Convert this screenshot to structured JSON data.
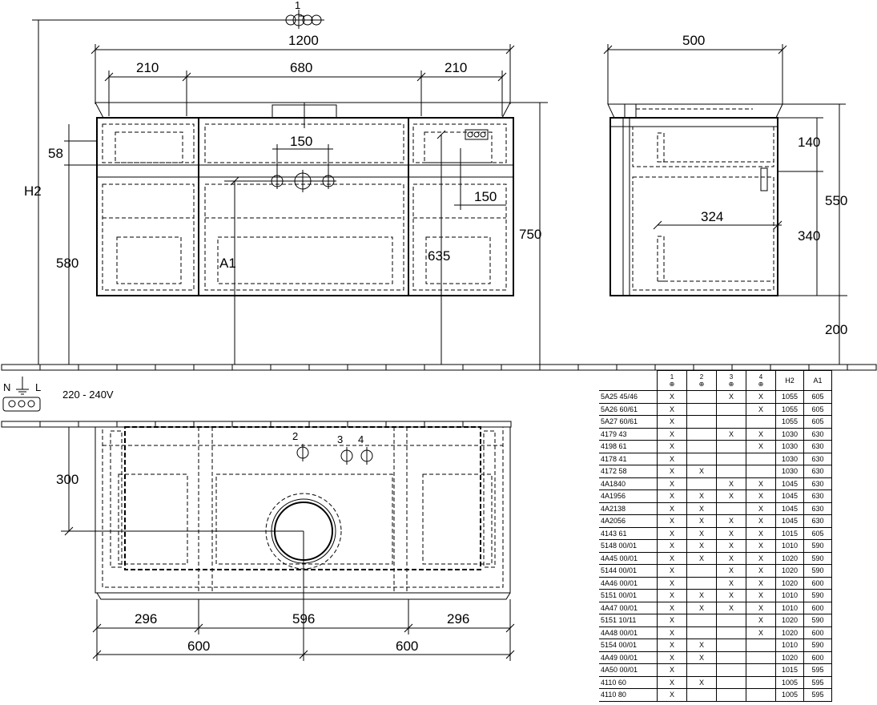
{
  "labels": {
    "top_connection_number": "1",
    "overall_width": "1200",
    "left_width": "210",
    "middle_width": "680",
    "right_width": "210",
    "depth": "500",
    "h2": "H2",
    "drawer_gap": "58",
    "tap_spacing": "150",
    "side_offset": "150",
    "left_height": "580",
    "a1": "A1",
    "offset_635": "635",
    "overall_height": "750",
    "side_upper": "140",
    "side_total": "550",
    "side_depth": "324",
    "side_lower": "340",
    "floor_gap": "200",
    "voltage": "220 - 240V",
    "socket_n": "N",
    "socket_l": "L",
    "plan_depth": "300",
    "conn_2": "2",
    "conn_3": "3",
    "conn_4": "4",
    "bottom_left": "296",
    "bottom_middle": "596",
    "bottom_right": "296",
    "half_left": "600",
    "half_right": "600"
  },
  "table": {
    "columns": [
      "1",
      "2",
      "3",
      "4",
      "H2",
      "A1"
    ],
    "rows": [
      {
        "model": "5A25 45/46",
        "c1": "X",
        "c2": "",
        "c3": "X",
        "c4": "X",
        "h2": "1055",
        "a1": "605"
      },
      {
        "model": "5A26 60/61",
        "c1": "X",
        "c2": "",
        "c3": "",
        "c4": "X",
        "h2": "1055",
        "a1": "605"
      },
      {
        "model": "5A27 60/61",
        "c1": "X",
        "c2": "",
        "c3": "",
        "c4": "",
        "h2": "1055",
        "a1": "605"
      },
      {
        "model": "4179 43",
        "c1": "X",
        "c2": "",
        "c3": "X",
        "c4": "X",
        "h2": "1030",
        "a1": "630"
      },
      {
        "model": "4198 61",
        "c1": "X",
        "c2": "",
        "c3": "",
        "c4": "X",
        "h2": "1030",
        "a1": "630"
      },
      {
        "model": "4178 41",
        "c1": "X",
        "c2": "",
        "c3": "",
        "c4": "",
        "h2": "1030",
        "a1": "630"
      },
      {
        "model": "4172 58",
        "c1": "X",
        "c2": "X",
        "c3": "",
        "c4": "",
        "h2": "1030",
        "a1": "630"
      },
      {
        "model": "4A1840",
        "c1": "X",
        "c2": "",
        "c3": "X",
        "c4": "X",
        "h2": "1045",
        "a1": "630"
      },
      {
        "model": "4A1956",
        "c1": "X",
        "c2": "X",
        "c3": "X",
        "c4": "X",
        "h2": "1045",
        "a1": "630"
      },
      {
        "model": "4A2138",
        "c1": "X",
        "c2": "X",
        "c3": "",
        "c4": "X",
        "h2": "1045",
        "a1": "630"
      },
      {
        "model": "4A2056",
        "c1": "X",
        "c2": "X",
        "c3": "X",
        "c4": "X",
        "h2": "1045",
        "a1": "630"
      },
      {
        "model": "4143 61",
        "c1": "X",
        "c2": "X",
        "c3": "X",
        "c4": "X",
        "h2": "1015",
        "a1": "605"
      },
      {
        "model": "5148 00/01",
        "c1": "X",
        "c2": "X",
        "c3": "X",
        "c4": "X",
        "h2": "1010",
        "a1": "590"
      },
      {
        "model": "4A45 00/01",
        "c1": "X",
        "c2": "X",
        "c3": "X",
        "c4": "X",
        "h2": "1020",
        "a1": "590"
      },
      {
        "model": "5144 00/01",
        "c1": "X",
        "c2": "",
        "c3": "X",
        "c4": "X",
        "h2": "1020",
        "a1": "590"
      },
      {
        "model": "4A46 00/01",
        "c1": "X",
        "c2": "",
        "c3": "X",
        "c4": "X",
        "h2": "1020",
        "a1": "600"
      },
      {
        "model": "5151 00/01",
        "c1": "X",
        "c2": "X",
        "c3": "X",
        "c4": "X",
        "h2": "1010",
        "a1": "590"
      },
      {
        "model": "4A47 00/01",
        "c1": "X",
        "c2": "X",
        "c3": "X",
        "c4": "X",
        "h2": "1010",
        "a1": "600"
      },
      {
        "model": "5151 10/11",
        "c1": "X",
        "c2": "",
        "c3": "",
        "c4": "X",
        "h2": "1020",
        "a1": "590"
      },
      {
        "model": "4A48 00/01",
        "c1": "X",
        "c2": "",
        "c3": "",
        "c4": "X",
        "h2": "1020",
        "a1": "600"
      },
      {
        "model": "5154 00/01",
        "c1": "X",
        "c2": "X",
        "c3": "",
        "c4": "",
        "h2": "1010",
        "a1": "590"
      },
      {
        "model": "4A49 00/01",
        "c1": "X",
        "c2": "X",
        "c3": "",
        "c4": "",
        "h2": "1020",
        "a1": "600"
      },
      {
        "model": "4A50 00/01",
        "c1": "X",
        "c2": "",
        "c3": "",
        "c4": "",
        "h2": "1015",
        "a1": "595"
      },
      {
        "model": "4110 60",
        "c1": "X",
        "c2": "X",
        "c3": "",
        "c4": "",
        "h2": "1005",
        "a1": "595"
      },
      {
        "model": "4110 80",
        "c1": "X",
        "c2": "",
        "c3": "",
        "c4": "",
        "h2": "1005",
        "a1": "595"
      }
    ]
  }
}
